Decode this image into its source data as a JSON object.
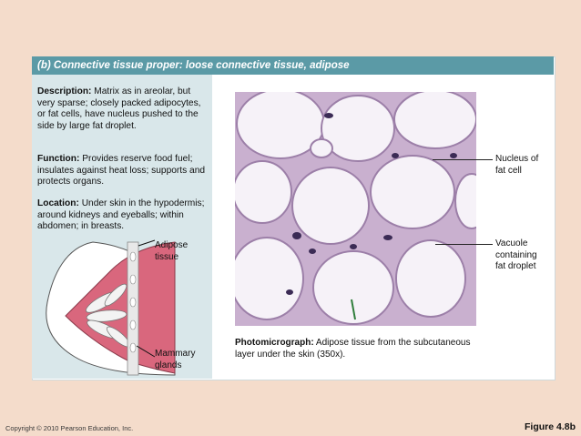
{
  "header": {
    "label": "(b)  Connective tissue proper: loose connective tissue, adipose"
  },
  "description": {
    "title": "Description:",
    "text": "Matrix as in areolar, but very sparse; closely packed adipocytes, or fat cells, have nucleus pushed to the side by large fat droplet."
  },
  "function": {
    "title": "Function:",
    "text": "Provides reserve food fuel; insulates against heat loss; supports and protects organs."
  },
  "location": {
    "title": "Location:",
    "text": "Under skin in the hypodermis; around kidneys and eyeballs; within abdomen; in breasts."
  },
  "illustration": {
    "adipose_label_1": "Adipose",
    "adipose_label_2": "tissue",
    "mammary_label_1": "Mammary",
    "mammary_label_2": "glands"
  },
  "callouts": {
    "nucleus_1": "Nucleus of",
    "nucleus_2": "fat cell",
    "vacuole_1": "Vacuole",
    "vacuole_2": "containing",
    "vacuole_3": "fat droplet"
  },
  "caption": {
    "title": "Photomicrograph:",
    "text": "Adipose tissue from the subcutaneous layer under the skin (350x)."
  },
  "footer": {
    "copyright": "Copyright © 2010 Pearson Education, Inc.",
    "figure": "Figure 4.8b"
  },
  "colors": {
    "background": "#f4dccb",
    "header_bar": "#5b9aa6",
    "left_column": "#d9e7ea",
    "breast_fill": "#d9677d"
  }
}
